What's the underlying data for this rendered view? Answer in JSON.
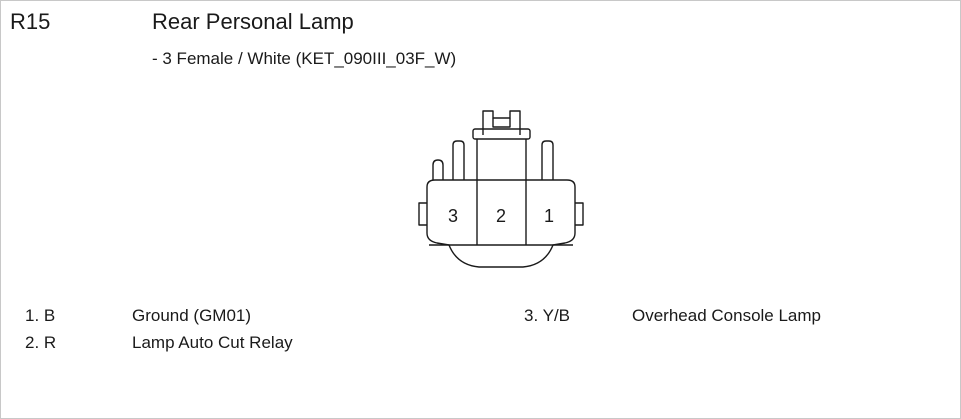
{
  "connector": {
    "id": "R15",
    "title": "Rear Personal Lamp",
    "subtitle": "- 3 Female / White (KET_090III_03F_W)"
  },
  "diagram": {
    "cavities": [
      {
        "label": "3"
      },
      {
        "label": "2"
      },
      {
        "label": "1"
      }
    ]
  },
  "pins": [
    {
      "number": "1.",
      "wire_color": "B",
      "description": "Ground (GM01)"
    },
    {
      "number": "2.",
      "wire_color": "R",
      "description": "Lamp Auto Cut Relay"
    },
    {
      "number": "3.",
      "wire_color": "Y/B",
      "description": "Overhead Console Lamp"
    }
  ]
}
